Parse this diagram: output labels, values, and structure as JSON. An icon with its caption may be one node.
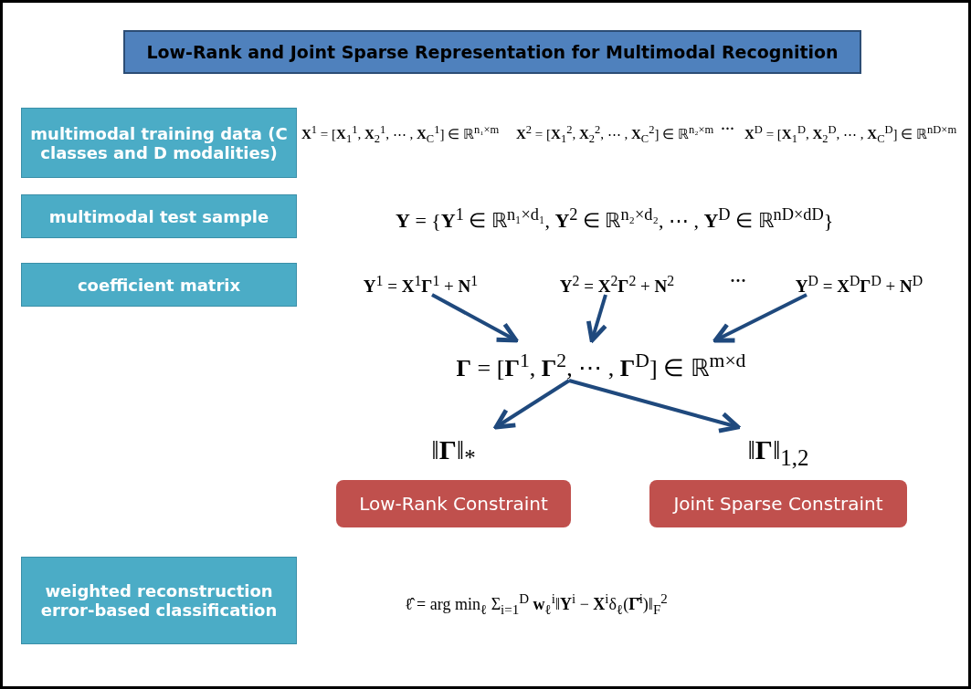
{
  "diagram": {
    "title": "Low-Rank and Joint Sparse Representation for Multimodal Recognition",
    "nodes": [
      {
        "text": [
          "multimodal training data (C classes and D modalities)"
        ]
      },
      {
        "text": [
          "multimodal test sample"
        ]
      },
      {
        "text": [
          "coefficient matrix"
        ]
      },
      {
        "text": [
          "**Y**$^{1}$ = **X**$^{1}$**Γ**$^{1}$ + **N**$^{1}$"
        ]
      },
      {
        "text": [
          "**Y**$^{2}$ = **X**$^{2}$**Γ**$^{2}$ + **N**$^{2}$"
        ]
      },
      {
        "text": [
          "**Y**$^{D}$ = **X**$^{D}$**Γ**$^{D}$ + **N**$^{D}$"
        ]
      },
      {
        "text": [
          "**Γ** = [**Γ**$^{1}$, **Γ**$^{2}$, ⋯ , **Γ**$^{D}$] ∈ ℝ$^{m×d}$"
        ]
      },
      {
        "text": [
          "‖**Γ**‖$_{*}$",
          "Low-Rank Constraint"
        ]
      },
      {
        "text": [
          "‖**Γ**‖$_{1,2}$",
          "Joint Sparse Constraint"
        ]
      },
      {
        "text": [
          "weighted reconstruction error-based classification"
        ]
      }
    ],
    "edges": [
      {
        "from": 3,
        "to": 6,
        "arrow": "to"
      },
      {
        "from": 4,
        "to": 6,
        "arrow": "to"
      },
      {
        "from": 5,
        "to": 6,
        "arrow": "to"
      },
      {
        "from": 6,
        "to": 7,
        "arrow": "to"
      },
      {
        "from": 6,
        "to": 8,
        "arrow": "to"
      }
    ],
    "labels": [
      "**X**$^{1}$ = [**X**$_{1}$$^{1}$, **X**$_{2}$$^{1}$, ⋯ , **X**$_{C}$$^{1}$] ∈ ℝ$^{n₁×m}$",
      "**X**$^{2}$ = [**X**$_{1}$$^{2}$, **X**$_{2}$$^{2}$, ⋯ , **X**$_{C}$$^{2}$] ∈ ℝ$^{n₂×m}$",
      "···",
      "**X**$^{D}$ = [**X**$_{1}$$^{D}$, **X**$_{2}$$^{D}$, ⋯ , **X**$_{C}$$^{D}$] ∈ ℝ$^{nD×m}$",
      "**Y** = {**Y**$^{1}$ ∈ ℝ$^{n₁×d₁}$, **Y**$^{2}$ ∈ ℝ$^{n₂×d₂}$, ⋯ , **Y**$^{D}$ ∈ ℝ$^{nD×dD}$}",
      "···",
      "ℓ̂ = arg min$_{ℓ}$ Σ$_{i=1}$$^{D}$ **w**$_{ℓ}$$^{i}$‖**Y**$^{i}$ − **X**$^{i}$δ$_{ℓ}$(**Γ̂**$^{i}$)‖$_{F}$$^{2}$"
    ]
  }
}
